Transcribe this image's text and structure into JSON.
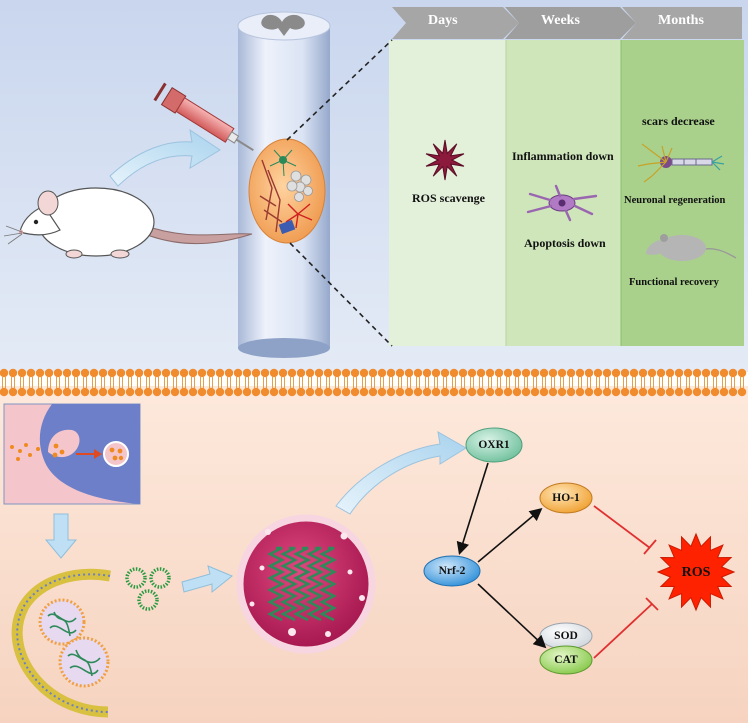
{
  "timeline": {
    "stages": [
      "Days",
      "Weeks",
      "Months"
    ]
  },
  "effects": {
    "days": [
      "ROS scavenge"
    ],
    "weeks": [
      "Inflammation down",
      "Apoptosis down"
    ],
    "months": [
      "scars decrease",
      "Neuronal regeneration",
      "Functional recovery"
    ]
  },
  "pathway": {
    "oxr1": "OXR1",
    "nrf2": "Nrf-2",
    "ho1": "HO-1",
    "sod": "SOD",
    "cat": "CAT",
    "ros": "ROS"
  },
  "colors": {
    "top_panel": "#d8e3f3",
    "bottom_panel": "#fbe4d6",
    "days_column": "#e4f1da",
    "weeks_column": "#cfe6bb",
    "months_column": "#a9d18c",
    "header_arrow": "#a6a6a6",
    "membrane_head": "#f08b2e",
    "ros_burst": "#ff2a00",
    "inhibition": "#e03030",
    "cat_node": "#8ed04a",
    "ho1_node": "#f3a640",
    "nrf2_node": "#2f8fd8",
    "oxr1_node": "#8fd0b4",
    "nanoparticle": "#c2185b"
  },
  "icons": [
    "syringe-icon",
    "rat-icon",
    "spinal-cord-icon",
    "ros-star-icon",
    "macrophage-icon",
    "neuron-icon",
    "mouse-icon",
    "endocytosis-icon",
    "vesicle-icon",
    "nanoparticle-icon",
    "ros-burst-icon"
  ]
}
